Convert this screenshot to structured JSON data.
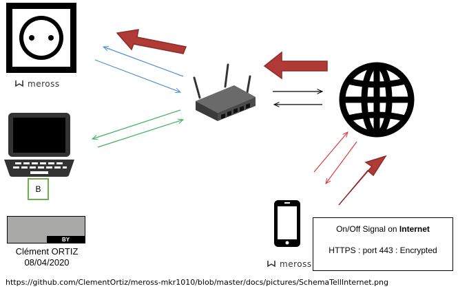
{
  "brand": {
    "name": "meross"
  },
  "device_b": {
    "label": "B"
  },
  "license": {
    "badge_text": "BY"
  },
  "author": {
    "name": "Clément ORTIZ",
    "date": "08/04/2020"
  },
  "info_box": {
    "line1_prefix": "On/Off Signal on ",
    "line1_bold": "Internet",
    "line2": "HTTPS : port 443 : Encrypted"
  },
  "source_url": "https://github.com/ClementOrtiz/meross-mkr1010/blob/master/docs/pictures/SchemaTellInternet.png",
  "icons": [
    "power-socket-icon",
    "laptop-icon",
    "router-icon",
    "globe-icon",
    "smartphone-icon",
    "creative-commons-icon",
    "attribution-person-icon",
    "meross-logo-icon"
  ],
  "colors": {
    "big_arrow": "#b03a36",
    "big_arrow_edge": "#8e2a27",
    "blue_link": "#4a90d9",
    "green_link": "#3cb25a",
    "red_link": "#e0393b",
    "black_link": "#000000",
    "box_border_green": "#6ab04c"
  }
}
